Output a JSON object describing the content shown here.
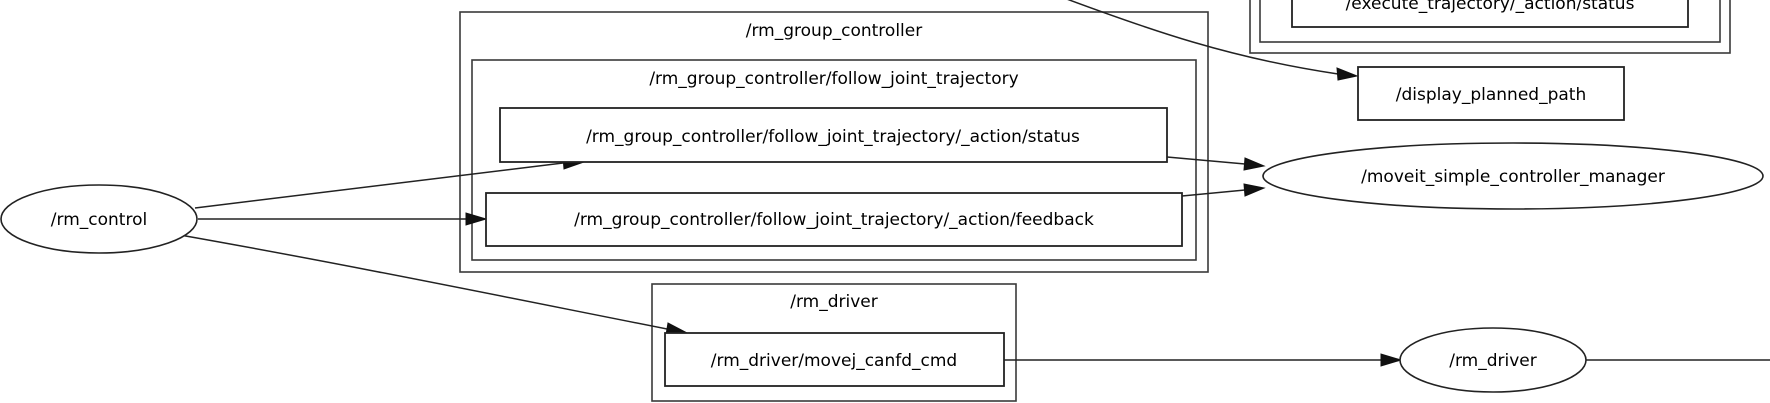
{
  "clusters": {
    "group_controller": "/rm_group_controller",
    "follow_joint_trajectory": "/rm_group_controller/follow_joint_trajectory",
    "driver": "/rm_driver"
  },
  "nodes": {
    "rm_control": "/rm_control",
    "moveit_manager": "/moveit_simple_controller_manager",
    "rm_driver": "/rm_driver"
  },
  "topics": {
    "execute_status": "/execute_trajectory/_action/status",
    "display_planned_path": "/display_planned_path",
    "fjt_status": "/rm_group_controller/follow_joint_trajectory/_action/status",
    "fjt_feedback": "/rm_group_controller/follow_joint_trajectory/_action/feedback",
    "movej_canfd_cmd": "/rm_driver/movej_canfd_cmd"
  }
}
